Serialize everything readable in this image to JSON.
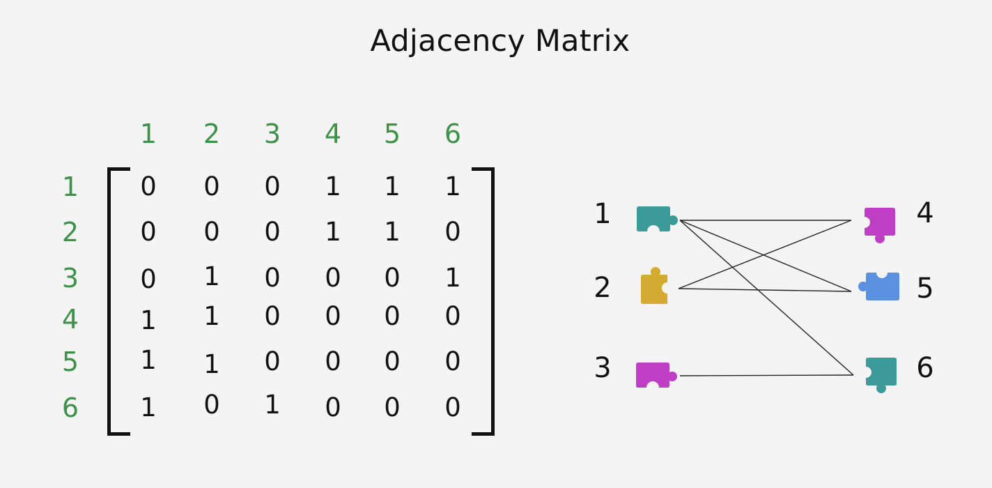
{
  "title": "Adjacency Matrix",
  "label_color": "#3d9148",
  "matrix": {
    "col_labels": [
      "1",
      "2",
      "3",
      "4",
      "5",
      "6"
    ],
    "row_labels": [
      "1",
      "2",
      "3",
      "4",
      "5",
      "6"
    ],
    "rows": [
      [
        "0",
        "0",
        "0",
        "1",
        "1",
        "1"
      ],
      [
        "0",
        "0",
        "0",
        "1",
        "1",
        "0"
      ],
      [
        "0",
        "1",
        "0",
        "0",
        "0",
        "1"
      ],
      [
        "1",
        "1",
        "0",
        "0",
        "0",
        "0"
      ],
      [
        "1",
        "1",
        "0",
        "0",
        "0",
        "0"
      ],
      [
        "1",
        "0",
        "1",
        "0",
        "0",
        "0"
      ]
    ]
  },
  "graph": {
    "left_nodes": [
      {
        "label": "1",
        "icon": "puzzle-piece-icon",
        "color": "#3c9b98"
      },
      {
        "label": "2",
        "icon": "puzzle-piece-icon",
        "color": "#d3ab32"
      },
      {
        "label": "3",
        "icon": "puzzle-piece-icon",
        "color": "#bf3fc4"
      }
    ],
    "right_nodes": [
      {
        "label": "4",
        "icon": "puzzle-piece-icon",
        "color": "#bf3fc4"
      },
      {
        "label": "5",
        "icon": "puzzle-piece-icon",
        "color": "#5b8fe0"
      },
      {
        "label": "6",
        "icon": "puzzle-piece-icon",
        "color": "#3c9b98"
      }
    ],
    "edges": [
      [
        "1",
        "4"
      ],
      [
        "1",
        "5"
      ],
      [
        "1",
        "6"
      ],
      [
        "2",
        "4"
      ],
      [
        "2",
        "5"
      ],
      [
        "3",
        "6"
      ]
    ]
  }
}
